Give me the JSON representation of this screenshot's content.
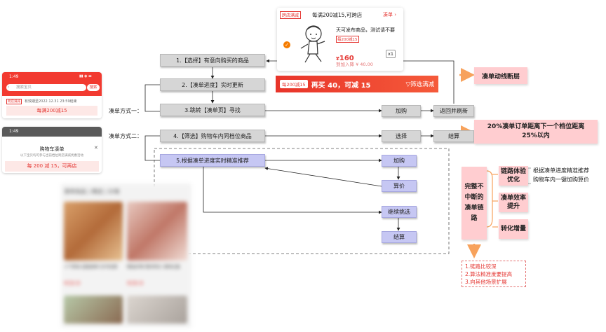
{
  "steps": {
    "s1": "1.【选择】有意向购买的商品",
    "s2": "2.【凑单进度】实时更新",
    "s3": "3.跳转【凑单页】寻找",
    "s4": "4.【筛选】购物车内同档位商品",
    "s5": "5.根据凑单进度实时精准推荐"
  },
  "method_labels": {
    "m1": "凑单方式一：",
    "m2": "凑单方式二："
  },
  "nodes": {
    "jiagou": "加购",
    "back_refresh": "返回并刷新",
    "xuanze": "选择",
    "jiesuan": "结算",
    "jiagou2": "加购",
    "suanjia": "算价",
    "continue": "继续挑选",
    "jiesuan2": "结算"
  },
  "callouts": {
    "broken": "凑单动线断层",
    "distance": "20%凑单订单距离下一个档位距离25%以内",
    "complete": "完整不中断的凑单链路",
    "exp": "链路体验优化",
    "eff": "凑单效率提升",
    "conv": "转化增量",
    "desc1": "根据凑单进度精准推荐",
    "desc2": "购物车内一键加购算价"
  },
  "issues": [
    "1.链路比较深",
    "2.算法精准度要提高",
    "3.向其他场景扩展"
  ],
  "product_card": {
    "tag": "跨店满减",
    "promo": "每满200减15,可跨店",
    "link": "凑单 ›",
    "title": "天可发布商品，测试请不要",
    "mini_tag": "每200减15",
    "price_symbol": "¥",
    "price": "160",
    "sub_price": "到加入降 ¥ 40.00",
    "qty": "x1"
  },
  "banner": {
    "tag": "每200减15",
    "text": "再买 40，可减 15",
    "filter": "▽筛选满减"
  },
  "phone1": {
    "time": "1:49",
    "search_placeholder": "搜索宝贝",
    "search_btn": "搜索",
    "tag": "跨店满减",
    "date": "有效期至2022.12.31 23:59结束",
    "promo": "每满200减15"
  },
  "phone2": {
    "time": "1:49",
    "title": "购物车凑单",
    "subtitle": "以下宝贝均可参与当前档位跨店满减优惠活动",
    "promo": "每 200 减 15，可再店"
  },
  "blurred": {
    "header": "凑单商品 | 精选 | 价格",
    "item1": "人气零食 超值凑单 好评如潮",
    "item2": "精选好物 限时特价 凑单必备",
    "price1": "¥19.9",
    "price2": "¥29.9"
  },
  "colors": {
    "gray": "#d6d6d6",
    "blue": "#c6c7f3",
    "pink": "#ffcdd0",
    "red": "#e53935",
    "orange": "#f07a3a"
  }
}
